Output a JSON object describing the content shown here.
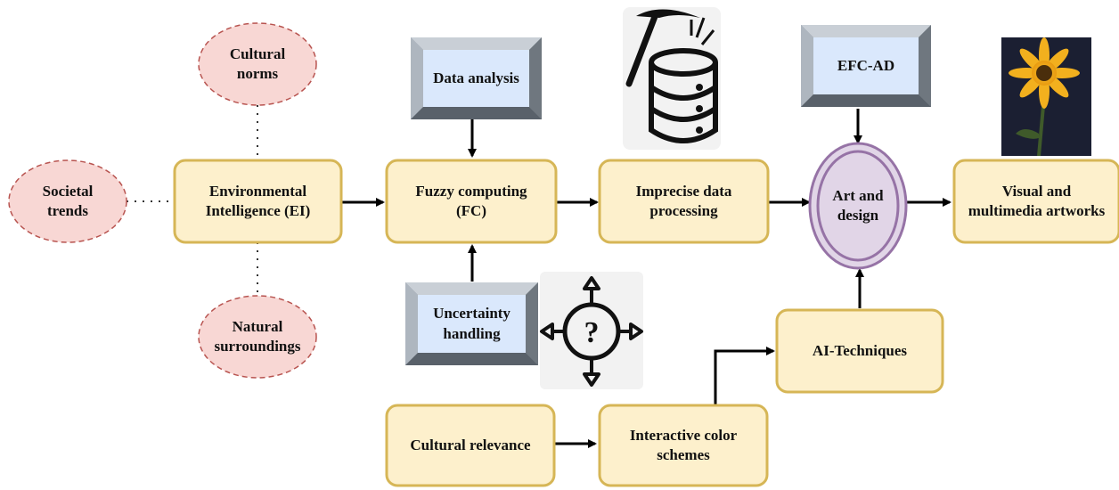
{
  "nodes": {
    "cultural_norms": "Cultural\nnorms",
    "societal_trends": "Societal\ntrends",
    "natural_surroundings": "Natural\nsurroundings",
    "environmental_intelligence": "Environmental\nIntelligence (EI)",
    "data_analysis": "Data analysis",
    "fuzzy_computing": "Fuzzy computing\n(FC)",
    "uncertainty_handling": "Uncertainty\nhandling",
    "imprecise_data_processing": "Imprecise data\nprocessing",
    "efc_ad": "EFC-AD",
    "art_and_design": "Art and\ndesign",
    "visual_multimedia": "Visual and\nmultimedia artworks",
    "ai_techniques": "AI-Techniques",
    "cultural_relevance": "Cultural relevance",
    "interactive_color_schemes": "Interactive color\nschemes"
  },
  "colors": {
    "process_fill": "#fdf0cc",
    "process_border": "#d6b656",
    "factor_fill": "#f8d7d4",
    "factor_border": "#b85450",
    "bevel_face": "#dae8fc",
    "central_fill": "#e1d5e7",
    "central_border": "#9673a6"
  },
  "icons": {
    "mining": "data-mining-pickaxe-database-icon",
    "uncertainty": "question-arrows-icon",
    "artwork": "sunflower-photo"
  }
}
